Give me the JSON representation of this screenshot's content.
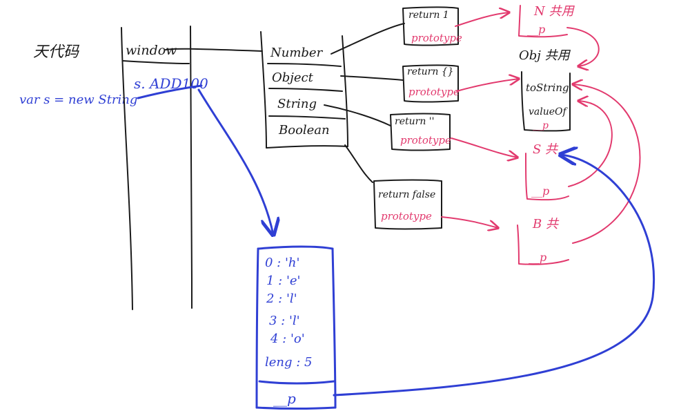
{
  "global": {
    "heading": "天代码",
    "statement": "var s = new String",
    "window_label": "window",
    "s_address": "s. ADD100"
  },
  "constructors": {
    "items": [
      {
        "label": "Number"
      },
      {
        "label": "Object"
      },
      {
        "label": "String"
      },
      {
        "label": "Boolean"
      }
    ]
  },
  "functions": [
    {
      "body": "return 1",
      "proto": "prototype"
    },
    {
      "body": "return {}",
      "proto": "prototype"
    },
    {
      "body": "return ''",
      "proto": "prototype"
    },
    {
      "body": "return false",
      "proto": "prototype"
    }
  ],
  "prototypes": {
    "number": {
      "label": "N 共用",
      "proto_ref": "__p"
    },
    "object": {
      "label": "Obj 共用",
      "methods": [
        "toString",
        "valueOf"
      ],
      "proto_ref": "__p"
    },
    "string": {
      "label": "S 共",
      "proto_ref": "__p"
    },
    "boolean": {
      "label": "B 共",
      "proto_ref": "__p"
    }
  },
  "instance": {
    "entries": [
      "0 : 'h'",
      "1 : 'e'",
      "2 : 'l'",
      "3 : 'l'",
      "4 : 'o'",
      "leng : 5"
    ],
    "proto_ref": "__p"
  },
  "colors": {
    "ink": "#1a1a1a",
    "prototype_ink": "#e23a6e",
    "instance_ink": "#2f3fd4"
  }
}
